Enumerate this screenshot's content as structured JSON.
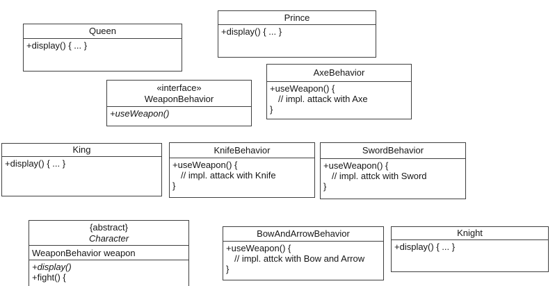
{
  "diagram": {
    "colors": {
      "background": "#ffffff",
      "border": "#3e3e3e",
      "text": "#151515"
    },
    "classes": {
      "queen": {
        "name": "Queen",
        "methods": [
          "+display() { ... }"
        ]
      },
      "prince": {
        "name": "Prince",
        "methods": [
          "+display() { ... }"
        ]
      },
      "axe": {
        "name": "AxeBehavior",
        "methods": [
          "+useWeapon() {",
          "// impl. attack with Axe",
          "}"
        ]
      },
      "weapon_interface": {
        "stereotype": "«interface»",
        "name": "WeaponBehavior",
        "methods": [
          "+useWeapon()"
        ]
      },
      "king": {
        "name": "King",
        "methods": [
          "+display() { ... }"
        ]
      },
      "knife": {
        "name": "KnifeBehavior",
        "methods": [
          "+useWeapon() {",
          "// impl. attack with Knife",
          "}"
        ]
      },
      "sword": {
        "name": "SwordBehavior",
        "methods": [
          "+useWeapon() {",
          "// impl. attck with Sword",
          "}"
        ]
      },
      "character": {
        "stereotype": "{abstract}",
        "name": "Character",
        "attributes": [
          "WeaponBehavior weapon"
        ],
        "methods": [
          "+display()",
          "+fight() {"
        ]
      },
      "bow": {
        "name": "BowAndArrowBehavior",
        "methods": [
          "+useWeapon() {",
          "// impl. attck with Bow and Arrow",
          "}"
        ]
      },
      "knight": {
        "name": "Knight",
        "methods": [
          "+display() { ... }"
        ]
      }
    }
  }
}
